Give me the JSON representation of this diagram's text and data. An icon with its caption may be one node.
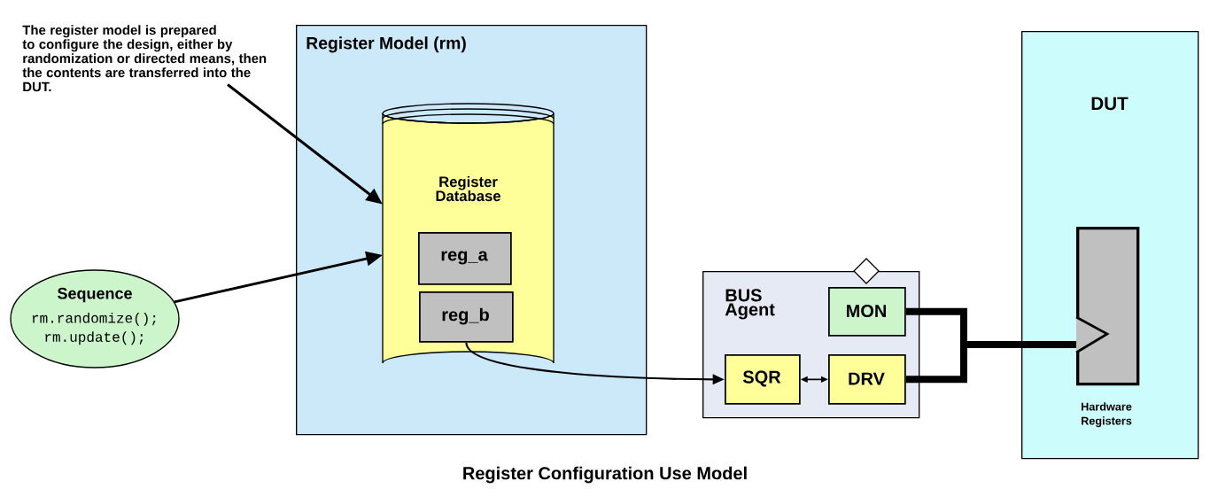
{
  "diagram": {
    "caption": "Register Configuration Use Model",
    "nodes": [
      {
        "text": [
          "Register Model (rm)"
        ]
      },
      {
        "text": [
          "Register Database"
        ],
        "in": 0
      },
      {
        "text": [
          "reg_a"
        ],
        "in": 1
      },
      {
        "text": [
          "reg_b"
        ],
        "in": 1
      },
      {
        "text": [
          "The register model is prepared to configure the design, either by randomization or directed means, then the contents are transferred into the DUT."
        ]
      },
      {
        "text": [
          "Sequence",
          "rm.randomize(); rm.update();"
        ]
      },
      {
        "text": [
          "BUS Agent"
        ]
      },
      {
        "text": [
          "MON"
        ],
        "in": 6
      },
      {
        "text": [
          "SQR"
        ],
        "in": 6
      },
      {
        "text": [
          "DRV"
        ],
        "in": 6
      },
      {
        "text": [
          "DUT"
        ]
      },
      {
        "text": [
          "Hardware Registers"
        ],
        "in": 10
      }
    ],
    "edges": [
      {
        "from": 4,
        "to": 1,
        "arrow": "to"
      },
      {
        "from": 5,
        "to": 1,
        "arrow": "to"
      },
      {
        "from": 3,
        "to": 8,
        "arrow": "to"
      },
      {
        "from": 8,
        "to": 9,
        "arrow": "both"
      },
      {
        "from": 7,
        "to": 11,
        "arrow": "none",
        "style": "thick"
      },
      {
        "from": 9,
        "to": 11,
        "arrow": "none",
        "style": "thick"
      }
    ]
  }
}
